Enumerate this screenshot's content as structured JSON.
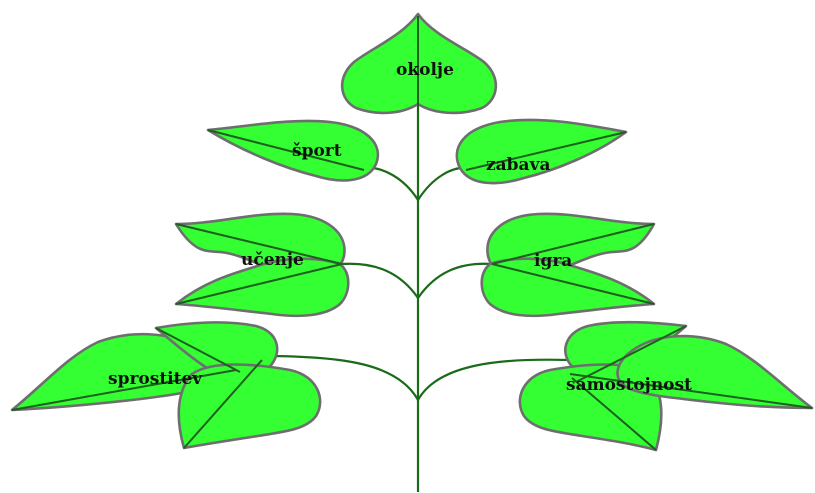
{
  "leaves": {
    "top": "okolje",
    "row1_left": "šport",
    "row1_right": "zabava",
    "row2_left": "učenje",
    "row2_right": "igra",
    "row3_left": "sprostitev",
    "row3_right": "samostojnost"
  },
  "colors": {
    "leaf_fill": "#33ff33",
    "leaf_outline": "#6e6e6e",
    "stem": "#1a6b1a"
  }
}
